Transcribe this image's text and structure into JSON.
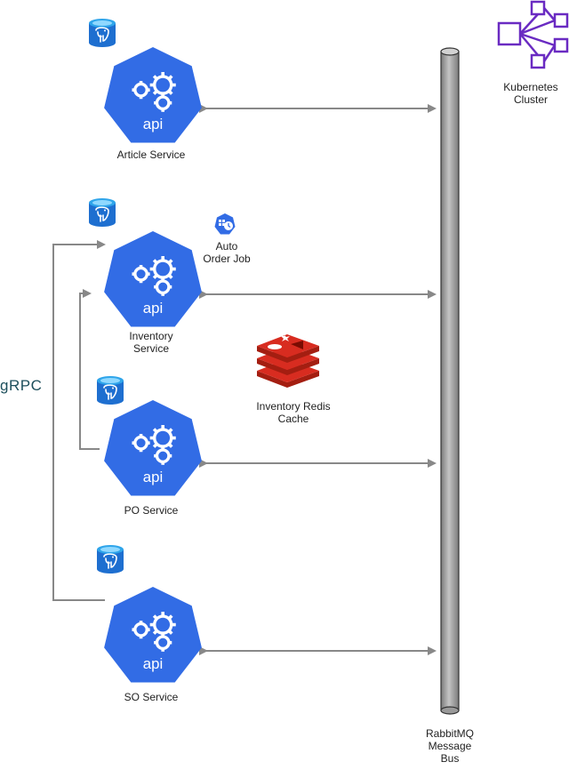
{
  "diagram": {
    "services": [
      {
        "name": "Article Service"
      },
      {
        "name": "Inventory Service"
      },
      {
        "name": "PO Service"
      },
      {
        "name": "SO Service"
      }
    ],
    "api_icon_text": "api",
    "auto_order_job": "Auto Order Job",
    "redis_cache": "Inventory Redis Cache",
    "message_bus": "RabbitMQ Message Bus",
    "cluster": "Kubernetes Cluster",
    "grpc": "gRPC",
    "colors": {
      "k8s_blue": "#326ce5",
      "redis_red": "#c6302b",
      "cluster_purple": "#6a2bc2",
      "arrow_gray": "#888888",
      "bus_gray": "#a0a0a0"
    },
    "icons": [
      "postgres-database-icon",
      "kubernetes-api-icon",
      "cronjob-icon",
      "redis-icon",
      "kubernetes-cluster-icon"
    ]
  }
}
